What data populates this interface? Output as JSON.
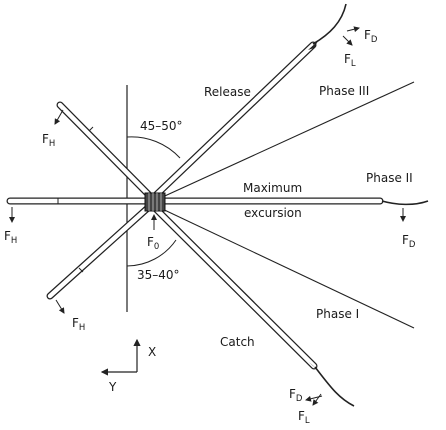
{
  "labels": {
    "release": "Release",
    "catch": "Catch",
    "phase1": "Phase I",
    "phase2": "Phase II",
    "phase3": "Phase III",
    "maximum": "Maximum",
    "excursion": "excursion",
    "angle_top": "45–50°",
    "angle_bottom": "35–40°",
    "axis_x": "X",
    "axis_y": "Y"
  },
  "forces": {
    "F": "F",
    "D": "D",
    "L": "L",
    "H": "H",
    "zero": "0"
  },
  "colors": {
    "line": "#222222",
    "oar_fill": "#ffffff",
    "hub_fill": "#444444"
  }
}
